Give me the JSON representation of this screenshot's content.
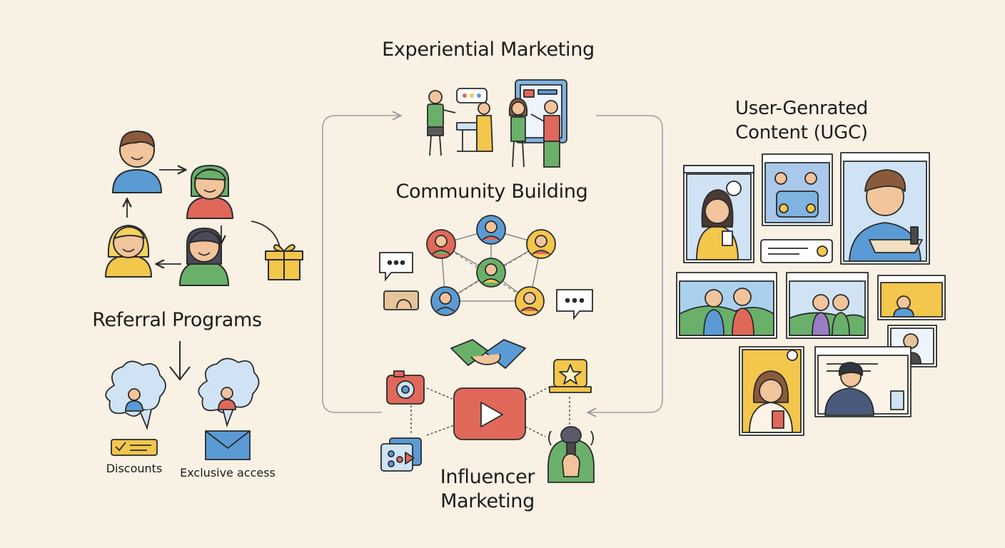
{
  "sections": {
    "experiential": {
      "title": "Experiential Marketing"
    },
    "ugc": {
      "title_line1": "User-Genrated",
      "title_line2": "Content (UGC)"
    },
    "community": {
      "title": "Community Building"
    },
    "referral": {
      "title": "Referral Programs",
      "rewards": [
        {
          "label": "Discounts"
        },
        {
          "label": "Exclusive access"
        }
      ]
    },
    "influencer": {
      "title_line1": "Influencer",
      "title_line2": "Marketing"
    }
  },
  "colors": {
    "background": "#f8f1e4",
    "outline": "#2b2b2b",
    "blue": "#5b9bd5",
    "green": "#6ab06a",
    "red": "#e0685a",
    "yellow": "#f3c64c",
    "skin": "#f2c49b",
    "hair_brown": "#8a5a3b",
    "sky": "#cfe3f4"
  }
}
